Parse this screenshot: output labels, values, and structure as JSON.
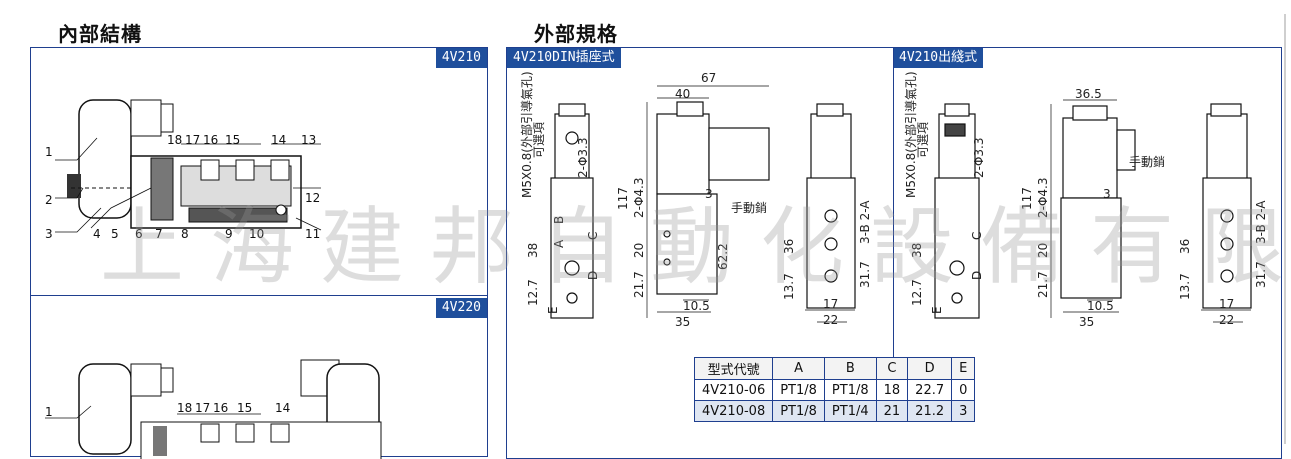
{
  "sections": {
    "internal_title": "內部結構",
    "external_title": "外部規格"
  },
  "tags": {
    "v210": "4V210",
    "v220": "4V220",
    "din": "4V210DIN插座式",
    "wire": "4V210出綫式"
  },
  "internal_parts_top": [
    "1",
    "2",
    "3",
    "4",
    "5",
    "6",
    "7",
    "8",
    "9",
    "10",
    "11",
    "12",
    "13",
    "14",
    "15",
    "16",
    "17",
    "18"
  ],
  "internal_parts_bottom": [
    "1",
    "18",
    "17",
    "16",
    "15",
    "14"
  ],
  "internal_labels": {
    "l1": "1",
    "l2": "2",
    "l3": "3",
    "l4": "4",
    "l5": "5",
    "l6": "6",
    "l7": "7",
    "l8": "8",
    "l9": "9",
    "l10": "10",
    "l11": "11",
    "l12": "12",
    "l13": "13",
    "l14": "14",
    "l15": "15",
    "l16": "16",
    "l17": "17",
    "l18": "18"
  },
  "din_dims": {
    "w67": "67",
    "w40": "40",
    "h117": "117",
    "h38": "38",
    "h12_7": "12.7",
    "h21_7": "21.7",
    "h20": "20",
    "d2phi4_3": "2-Φ4.3",
    "d2phi3_3": "2-Φ3.3",
    "m5": "M5X0.8(外部引導氣孔)",
    "opt": "可選項",
    "h62_2": "62.2",
    "w10_5": "10.5",
    "w35": "35",
    "h3": "3",
    "manual": "手動銷",
    "h36": "36",
    "h13_7": "13.7",
    "h31_7": "31.7",
    "w17": "17",
    "w22": "22",
    "c3b2a": "3-B 2-A",
    "A": "A",
    "B": "B",
    "C": "C",
    "D": "D",
    "E": "E"
  },
  "wire_dims": {
    "w36_5": "36.5",
    "h117": "117",
    "h38": "38",
    "h12_7": "12.7",
    "h21_7": "21.7",
    "h20": "20",
    "d2phi4_3": "2-Φ4.3",
    "d2phi3_3": "2-Φ3.3",
    "m5": "M5X0.8(外部引導氣孔)",
    "opt": "可選項",
    "h3": "3",
    "manual": "手動銷",
    "w10_5": "10.5",
    "w35": "35",
    "h36": "36",
    "h13_7": "13.7",
    "h31_7": "31.7",
    "w17": "17",
    "w22": "22",
    "c3b2a": "3-B 2-A",
    "C": "C",
    "D": "D",
    "E": "E"
  },
  "spec_table": {
    "headers": [
      "型式代號",
      "A",
      "B",
      "C",
      "D",
      "E"
    ],
    "rows": [
      [
        "4V210-06",
        "PT1/8",
        "PT1/8",
        "18",
        "22.7",
        "0"
      ],
      [
        "4V210-08",
        "PT1/8",
        "PT1/4",
        "21",
        "21.2",
        "3"
      ]
    ]
  },
  "watermark": "上海建邦自動化設備有限公司"
}
